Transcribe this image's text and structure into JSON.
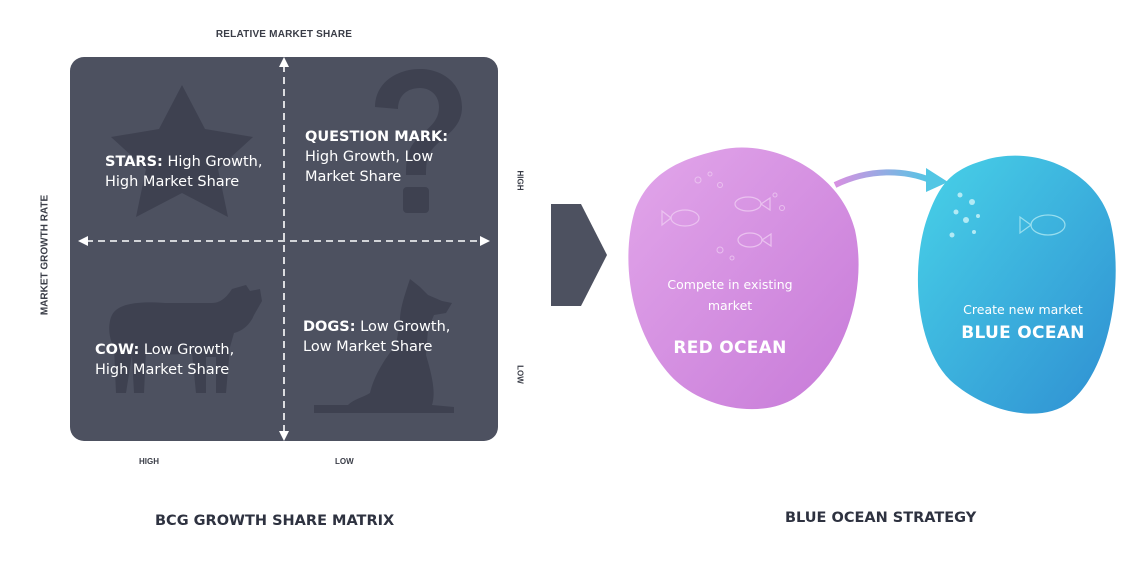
{
  "bcg": {
    "axis_top": "RELATIVE MARKET SHARE",
    "axis_left": "MARKET GROWTH RATE",
    "tick_x_high": "HIGH",
    "tick_x_low": "LOW",
    "tick_y_high": "HIGH",
    "tick_y_low": "LOW",
    "stars": {
      "label": "STARS:",
      "text": " High Growth, High Market Share"
    },
    "question": {
      "label": "QUESTION MARK:",
      "text": " High Growth,  Low Market Share"
    },
    "cow": {
      "label": "COW:",
      "text": " Low Growth, High Market Share"
    },
    "dogs": {
      "label": "DOGS:",
      "text": " Low Growth, Low Market Share"
    },
    "title": "BCG GROWTH SHARE MATRIX",
    "colors": {
      "panel": "#4d5160",
      "silhouette": "#3e4150",
      "text": "#ffffff"
    }
  },
  "blue_ocean": {
    "red": {
      "subtitle": "Compete in existing market",
      "name": "RED OCEAN"
    },
    "blue": {
      "subtitle": "Create new market",
      "name": "BLUE OCEAN"
    },
    "title": "BLUE OCEAN STRATEGY",
    "colors": {
      "red_blob": "#d58de0",
      "blue_blob": "#3cbde0",
      "chevron": "#4d5160"
    }
  }
}
